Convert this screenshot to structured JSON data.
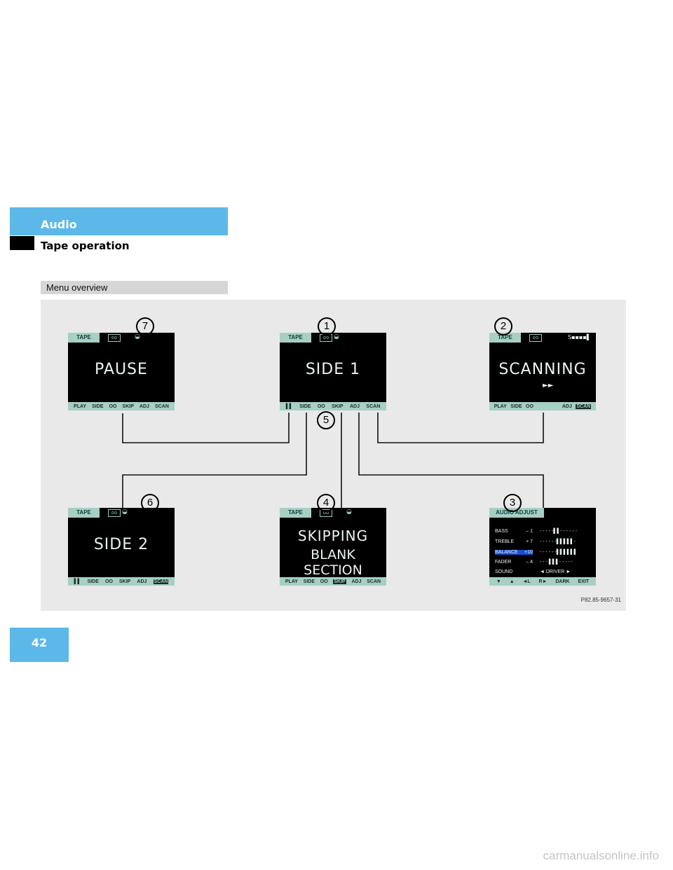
{
  "header": {
    "chapter": "Audio",
    "section": "Tape operation",
    "subsection": "Menu overview"
  },
  "screens": {
    "s7": {
      "tab": "TAPE",
      "cassette": "oo",
      "main": "PAUSE",
      "softkeys": [
        "PLAY",
        "SIDE",
        "OO",
        "SKIP",
        "ADJ",
        "SCAN"
      ]
    },
    "s1": {
      "tab": "TAPE",
      "cassette": "oo",
      "main": "SIDE 1",
      "softkeys": [
        "▌▌",
        "SIDE",
        "OO",
        "SKIP",
        "ADJ",
        "SCAN"
      ]
    },
    "s2": {
      "tab": "TAPE",
      "cassette": "oo",
      "main": "SCANNING",
      "sub": "►►",
      "signal": "S▪▪▪▪▌",
      "softkeys": [
        "PLAY",
        "SIDE",
        "OO",
        "",
        "ADJ",
        "SCAN"
      ]
    },
    "s6": {
      "tab": "TAPE",
      "cassette": "oo",
      "main": "SIDE 2",
      "softkeys": [
        "▌▌",
        "SIDE",
        "OO",
        "SKIP",
        "ADJ",
        "SCAN"
      ]
    },
    "s4": {
      "tab": "TAPE",
      "cassette": "oo",
      "main1": "SKIPPING",
      "main2": "BLANK SECTION",
      "softkeys": [
        "PLAY",
        "SIDE",
        "OO",
        "SKIP",
        "ADJ",
        "SCAN"
      ]
    },
    "s3": {
      "tab": "AUDIO ADJUST",
      "rows": [
        {
          "label": "BASS",
          "value": "– 1",
          "bar": "- - - - -▌▌- - - - - -"
        },
        {
          "label": "TREBLE",
          "value": "+ 7",
          "bar": "- - - - - -▌▌▌▌▌-"
        },
        {
          "label": "BALANCE",
          "value": "+10",
          "bar": "- - - - - -▌▌▌▌▌▌"
        },
        {
          "label": "FADER",
          "value": "– 4",
          "bar": "- - - ▌▌▌- - - - -"
        },
        {
          "label": "SOUND",
          "value": "",
          "bar": "◄  DRIVER  ►"
        }
      ],
      "softkeys": [
        "▼",
        "▲",
        "◄L",
        "R►",
        "DARK",
        "EXIT"
      ]
    }
  },
  "callouts": [
    "7",
    "1",
    "2",
    "5",
    "6",
    "4",
    "3"
  ],
  "figure_ref": "P82.85-9657-31",
  "page_number": "42",
  "watermark": "carmanualsonline.info",
  "colors": {
    "accent_blue": "#5bb8e8",
    "screen_tab": "#a7cfc4",
    "panel_bg": "#e9e9e9"
  }
}
